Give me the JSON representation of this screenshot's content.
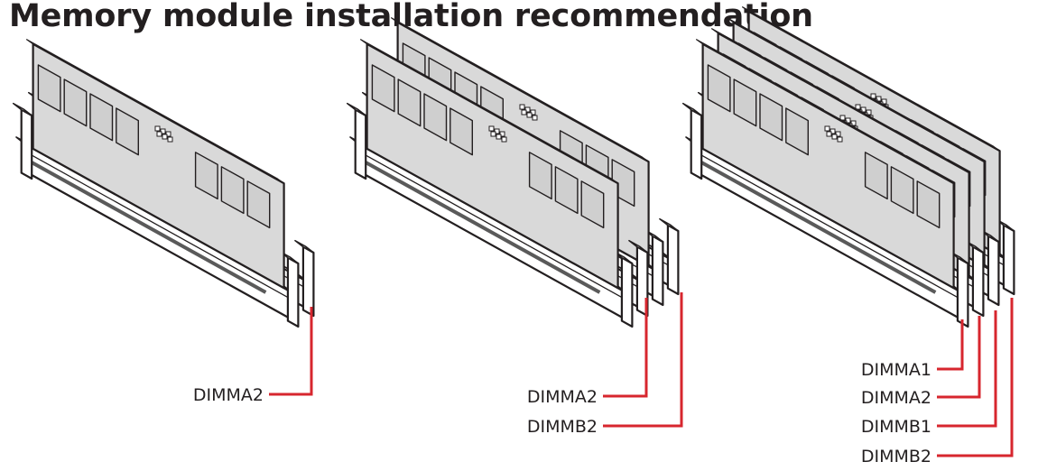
{
  "title": "Memory module installation recommendation",
  "colors": {
    "leader_line": "#d7262e",
    "dimm_board": "#d9d9d9",
    "slot_fill": "#ffffff",
    "outline": "#231f20"
  },
  "configs": [
    {
      "modules": 1,
      "labels": [
        "DIMMA2"
      ]
    },
    {
      "modules": 2,
      "labels": [
        "DIMMA2",
        "DIMMB2"
      ]
    },
    {
      "modules": 4,
      "labels": [
        "DIMMA1",
        "DIMMA2",
        "DIMMB1",
        "DIMMB2"
      ]
    }
  ]
}
